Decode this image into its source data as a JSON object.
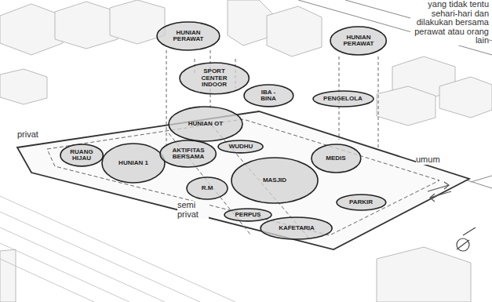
{
  "diagram": {
    "nodes": [
      {
        "text": [
          "HUNIAN PERAWAT"
        ]
      },
      {
        "text": [
          "HUNIAN PERAWAT"
        ]
      },
      {
        "text": [
          "SPORT CENTER INDOOR"
        ]
      },
      {
        "text": [
          "IBA - BINA"
        ]
      },
      {
        "text": [
          "PENGELOLA"
        ]
      },
      {
        "text": [
          "HUNIAN OT"
        ]
      },
      {
        "text": [
          "RUANG HIJAU"
        ]
      },
      {
        "text": [
          "HUNIAN 1"
        ]
      },
      {
        "text": [
          "AKTIFITAS BERSAMA"
        ]
      },
      {
        "text": [
          "R.M"
        ]
      },
      {
        "text": [
          "WUDHU"
        ]
      },
      {
        "text": [
          "MASJID"
        ]
      },
      {
        "text": [
          "MEDIS"
        ]
      },
      {
        "text": [
          "PARKIR"
        ]
      },
      {
        "text": [
          "PERPUS"
        ]
      },
      {
        "text": [
          "KAFETARIA"
        ]
      }
    ],
    "labels": [
      "yang tidak tentu sehari-hari dan dilakukan bersama perawat atau orang lain",
      "privat",
      "umum",
      "semi privat"
    ]
  }
}
